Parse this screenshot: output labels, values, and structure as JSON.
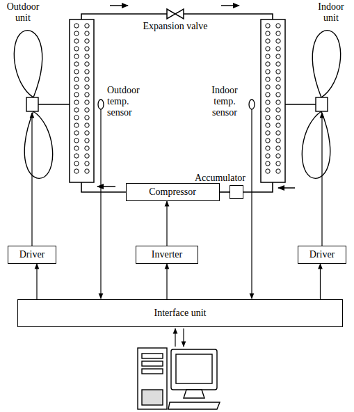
{
  "diagram": {
    "nodes": [
      {
        "text": [
          "Accumulator"
        ]
      },
      {
        "text": [
          "Compressor"
        ]
      },
      {
        "text": [
          "Driver"
        ]
      },
      {
        "text": [
          "Inverter"
        ]
      },
      {
        "text": [
          "Driver"
        ]
      },
      {
        "text": [
          "Interface unit"
        ]
      }
    ],
    "edges": [
      {
        "from": 0,
        "to": 1,
        "arrow": "none"
      },
      {
        "from": 3,
        "to": 1,
        "arrow": "to"
      },
      {
        "from": 5,
        "to": 2,
        "arrow": "to"
      },
      {
        "from": 5,
        "to": 3,
        "arrow": "to"
      },
      {
        "from": 5,
        "to": 4,
        "arrow": "to"
      }
    ],
    "labels": [
      "Outdoor unit",
      "Indoor unit",
      "Expansion valve",
      "Outdoor temp. sensor",
      "Indoor temp. sensor"
    ]
  }
}
